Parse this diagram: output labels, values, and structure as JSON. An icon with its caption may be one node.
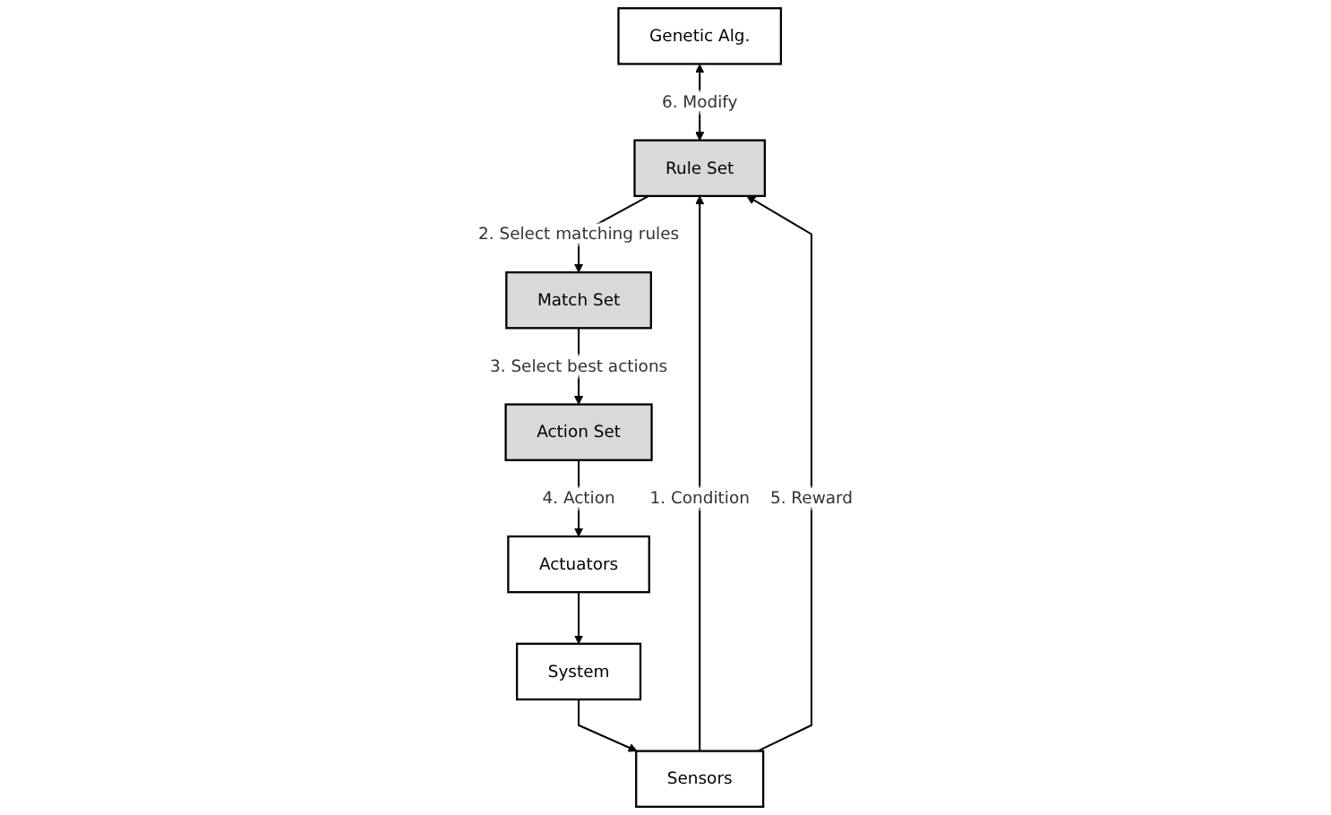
{
  "diagram": {
    "nodes": [
      {
        "text": [
          "Genetic Alg."
        ]
      },
      {
        "text": [
          "Rule Set"
        ]
      },
      {
        "text": [
          "Match Set"
        ]
      },
      {
        "text": [
          "Action Set"
        ]
      },
      {
        "text": [
          "Sensors"
        ]
      },
      {
        "text": [
          "Actuators"
        ]
      },
      {
        "text": [
          "System"
        ]
      }
    ],
    "edges": [
      {
        "from": 0,
        "to": 1,
        "arrow": "both",
        "label": "6. Modify"
      },
      {
        "from": 1,
        "to": 2,
        "arrow": "to",
        "label": "2. Select matching rules"
      },
      {
        "from": 2,
        "to": 3,
        "arrow": "to",
        "label": "3. Select best actions"
      },
      {
        "from": 4,
        "to": 1,
        "arrow": "to",
        "label": "1. Condition"
      },
      {
        "from": 4,
        "to": 1,
        "arrow": "to",
        "label": "5. Reward"
      },
      {
        "from": 3,
        "to": 5,
        "arrow": "to",
        "label": "4. Action"
      },
      {
        "from": 5,
        "to": 6,
        "arrow": "to"
      },
      {
        "from": 6,
        "to": 4,
        "arrow": "to"
      }
    ]
  }
}
